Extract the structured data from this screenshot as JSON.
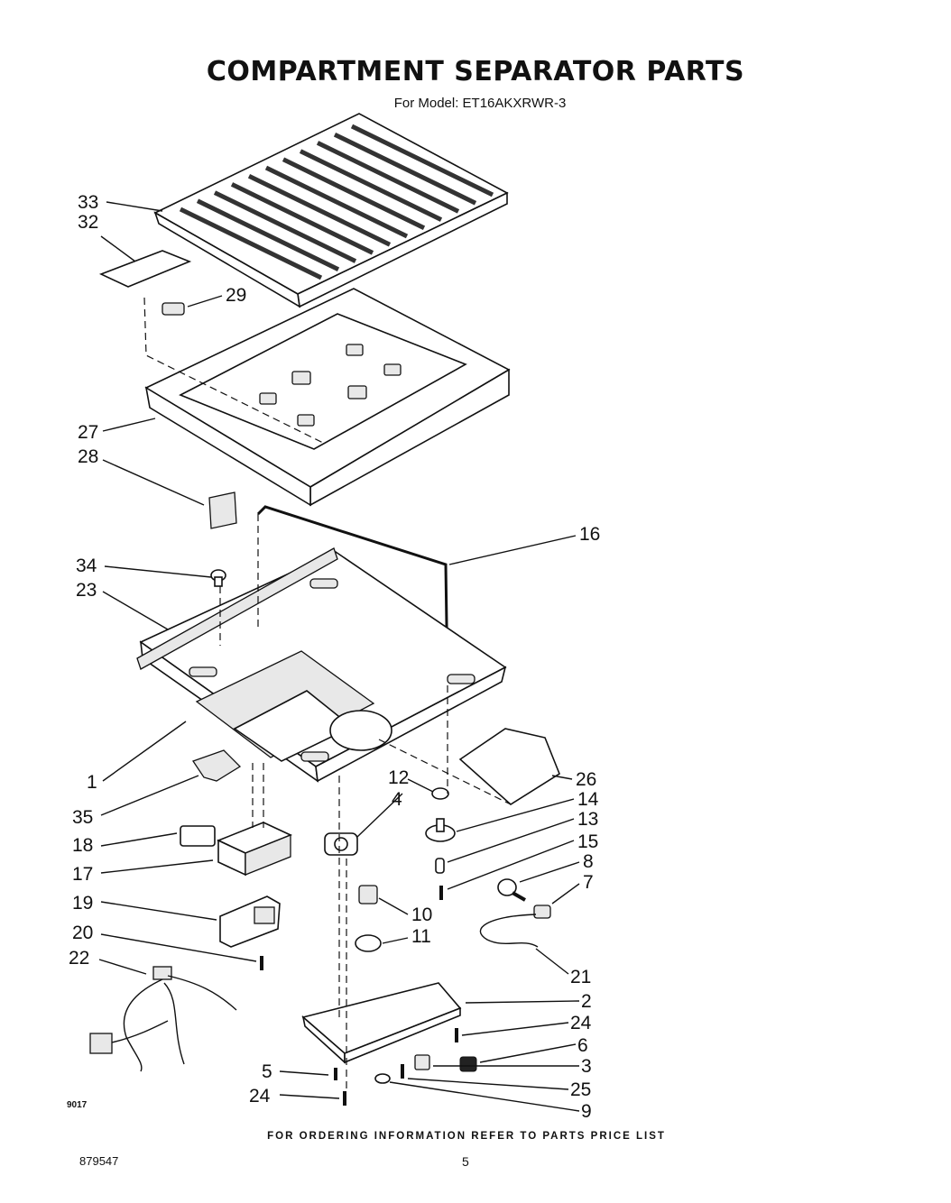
{
  "header": {
    "title": "COMPARTMENT SEPARATOR PARTS",
    "subtitle": "For Model: ET16AKXRWR-3"
  },
  "footer": {
    "ordering_note": "FOR ORDERING INFORMATION REFER TO PARTS PRICE LIST",
    "document_number": "879547",
    "page_number": "5",
    "drawing_code": "9017"
  },
  "callouts": [
    "33",
    "32",
    "29",
    "27",
    "28",
    "16",
    "34",
    "23",
    "1",
    "12",
    "4",
    "26",
    "35",
    "14",
    "18",
    "13",
    "17",
    "15",
    "8",
    "7",
    "19",
    "10",
    "20",
    "11",
    "22",
    "21",
    "2",
    "24",
    "6",
    "3",
    "5",
    "25",
    "24",
    "9"
  ]
}
